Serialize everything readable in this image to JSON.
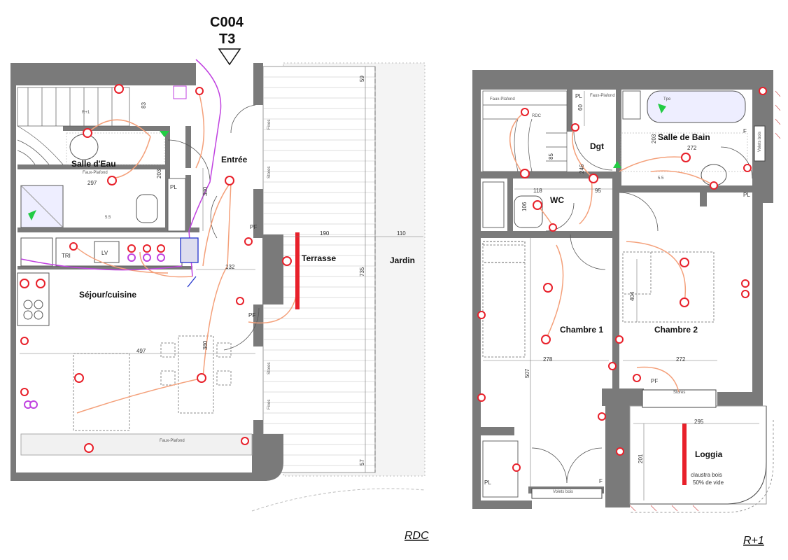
{
  "header": {
    "unit_code": "C004",
    "unit_type": "T3"
  },
  "floors": {
    "ground": "RDC",
    "upper": "R+1"
  },
  "rdc": {
    "rooms": {
      "salle_eau": "Salle d'Eau",
      "entree": "Entrée",
      "sejour": "Séjour/cuisine",
      "terrasse": "Terrasse",
      "jardin": "Jardin"
    },
    "labels": {
      "pl": "PL",
      "pf1": "PF",
      "pf2": "PF",
      "tri": "TRI",
      "lv": "LV",
      "rplus1": "R+1",
      "faux_plafond1": "Faux-Plafond",
      "faux_plafond2": "Faux-Plafond",
      "fixes1": "Fixes",
      "stores1": "Stores",
      "stores2": "Stores",
      "fixes2": "Fixes",
      "sec": "5.5"
    },
    "dims": {
      "d83": "83",
      "d297": "297",
      "d203": "203",
      "d380a": "380",
      "d132": "132",
      "d497": "497",
      "d380b": "380",
      "d190": "190",
      "d110": "110",
      "d735": "735",
      "d59": "59",
      "d57": "57"
    }
  },
  "r1": {
    "rooms": {
      "dgt": "Dgt",
      "sdb": "Salle de Bain",
      "wc": "WC",
      "ch1": "Chambre 1",
      "ch2": "Chambre 2",
      "loggia": "Loggia"
    },
    "labels": {
      "pl1": "PL",
      "pl2": "PL",
      "pl3": "PL",
      "f1": "F",
      "f2": "F",
      "pf": "PF",
      "rdc": "RDC",
      "faux_plafond1": "Faux-Plafond",
      "faux_plafond2": "Faux-Plafond",
      "stores": "Stores",
      "volets1": "Volets bois",
      "volets2": "Volets bois",
      "claustra1": "claustra bois",
      "claustra2": "50% de vide",
      "sec": "5.5",
      "tpe": "Tpe"
    },
    "dims": {
      "d60": "60",
      "d85": "85",
      "d246": "246",
      "d203": "203",
      "d272a": "272",
      "d118": "118",
      "d95": "95",
      "d106": "106",
      "d404": "404",
      "d278": "278",
      "d272b": "272",
      "d507": "507",
      "d295": "295",
      "d201": "201"
    }
  },
  "colors": {
    "wall": "#7a7a7a",
    "elec": "#e8202a",
    "wire": "#f4a07a",
    "plumb": "#2233cc",
    "purple": "#c042e0",
    "green": "#22cc44"
  }
}
